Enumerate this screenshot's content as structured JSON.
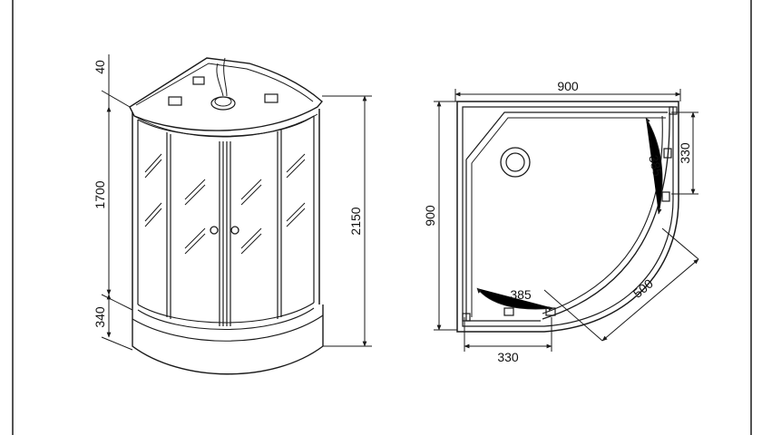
{
  "dimensions": {
    "top_40": "40",
    "height_1700": "1700",
    "base_340": "340",
    "total_2150": "2150",
    "width_900": "900",
    "depth_900": "900",
    "side_330": "330",
    "arc_385_side": "385",
    "arc_385_bottom": "385",
    "bottom_330": "330",
    "radius_500": "500"
  }
}
